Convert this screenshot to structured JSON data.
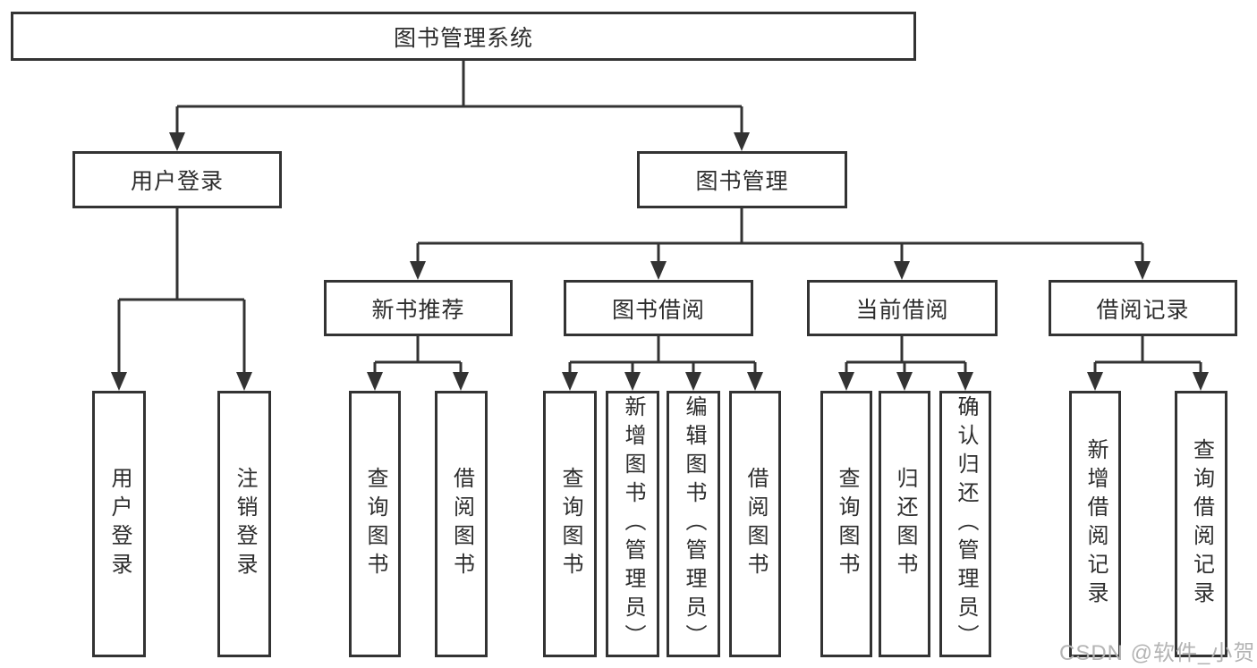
{
  "tree": {
    "root": {
      "label": "图书管理系统",
      "children": [
        {
          "label": "用户登录",
          "children": [
            {
              "label": "用户登录"
            },
            {
              "label": "注销登录"
            }
          ]
        },
        {
          "label": "图书管理",
          "children": [
            {
              "label": "新书推荐",
              "children": [
                {
                  "label": "查询图书"
                },
                {
                  "label": "借阅图书"
                }
              ]
            },
            {
              "label": "图书借阅",
              "children": [
                {
                  "label": "查询图书"
                },
                {
                  "label": "新增图书（管理员）"
                },
                {
                  "label": "编辑图书（管理员）"
                },
                {
                  "label": "借阅图书"
                }
              ]
            },
            {
              "label": "当前借阅",
              "children": [
                {
                  "label": "查询图书"
                },
                {
                  "label": "归还图书"
                },
                {
                  "label": "确认归还（管理员）"
                }
              ]
            },
            {
              "label": "借阅记录",
              "children": [
                {
                  "label": "新增借阅记录"
                },
                {
                  "label": "查询借阅记录"
                }
              ]
            }
          ]
        }
      ]
    }
  },
  "watermark": {
    "text": "CSDN @软件_小贺同学"
  },
  "colors": {
    "line": "#333333",
    "box_border": "#333333",
    "text": "#2d2d2d",
    "watermark": "#b4b4b4",
    "background": "#ffffff"
  }
}
